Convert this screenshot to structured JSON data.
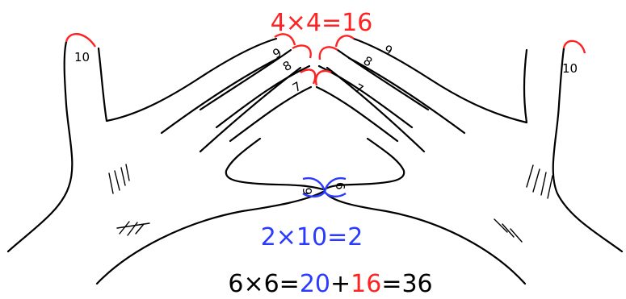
{
  "colors": {
    "top": "#ff2222",
    "middle": "#2a3bff",
    "bottom": "#000000",
    "outline": "#000000"
  },
  "equations": {
    "top": "4×4=16",
    "middle": "2×10=2",
    "bottom": {
      "lhs": "6×6=",
      "tens": "20",
      "plus": "+",
      "units": "16",
      "result": "=36"
    }
  },
  "left_hand": {
    "thumb": "10",
    "fingers": [
      "9",
      "8",
      "7",
      "6"
    ]
  },
  "right_hand": {
    "thumb": "10",
    "fingers": [
      "9",
      "8",
      "7",
      "6"
    ]
  }
}
